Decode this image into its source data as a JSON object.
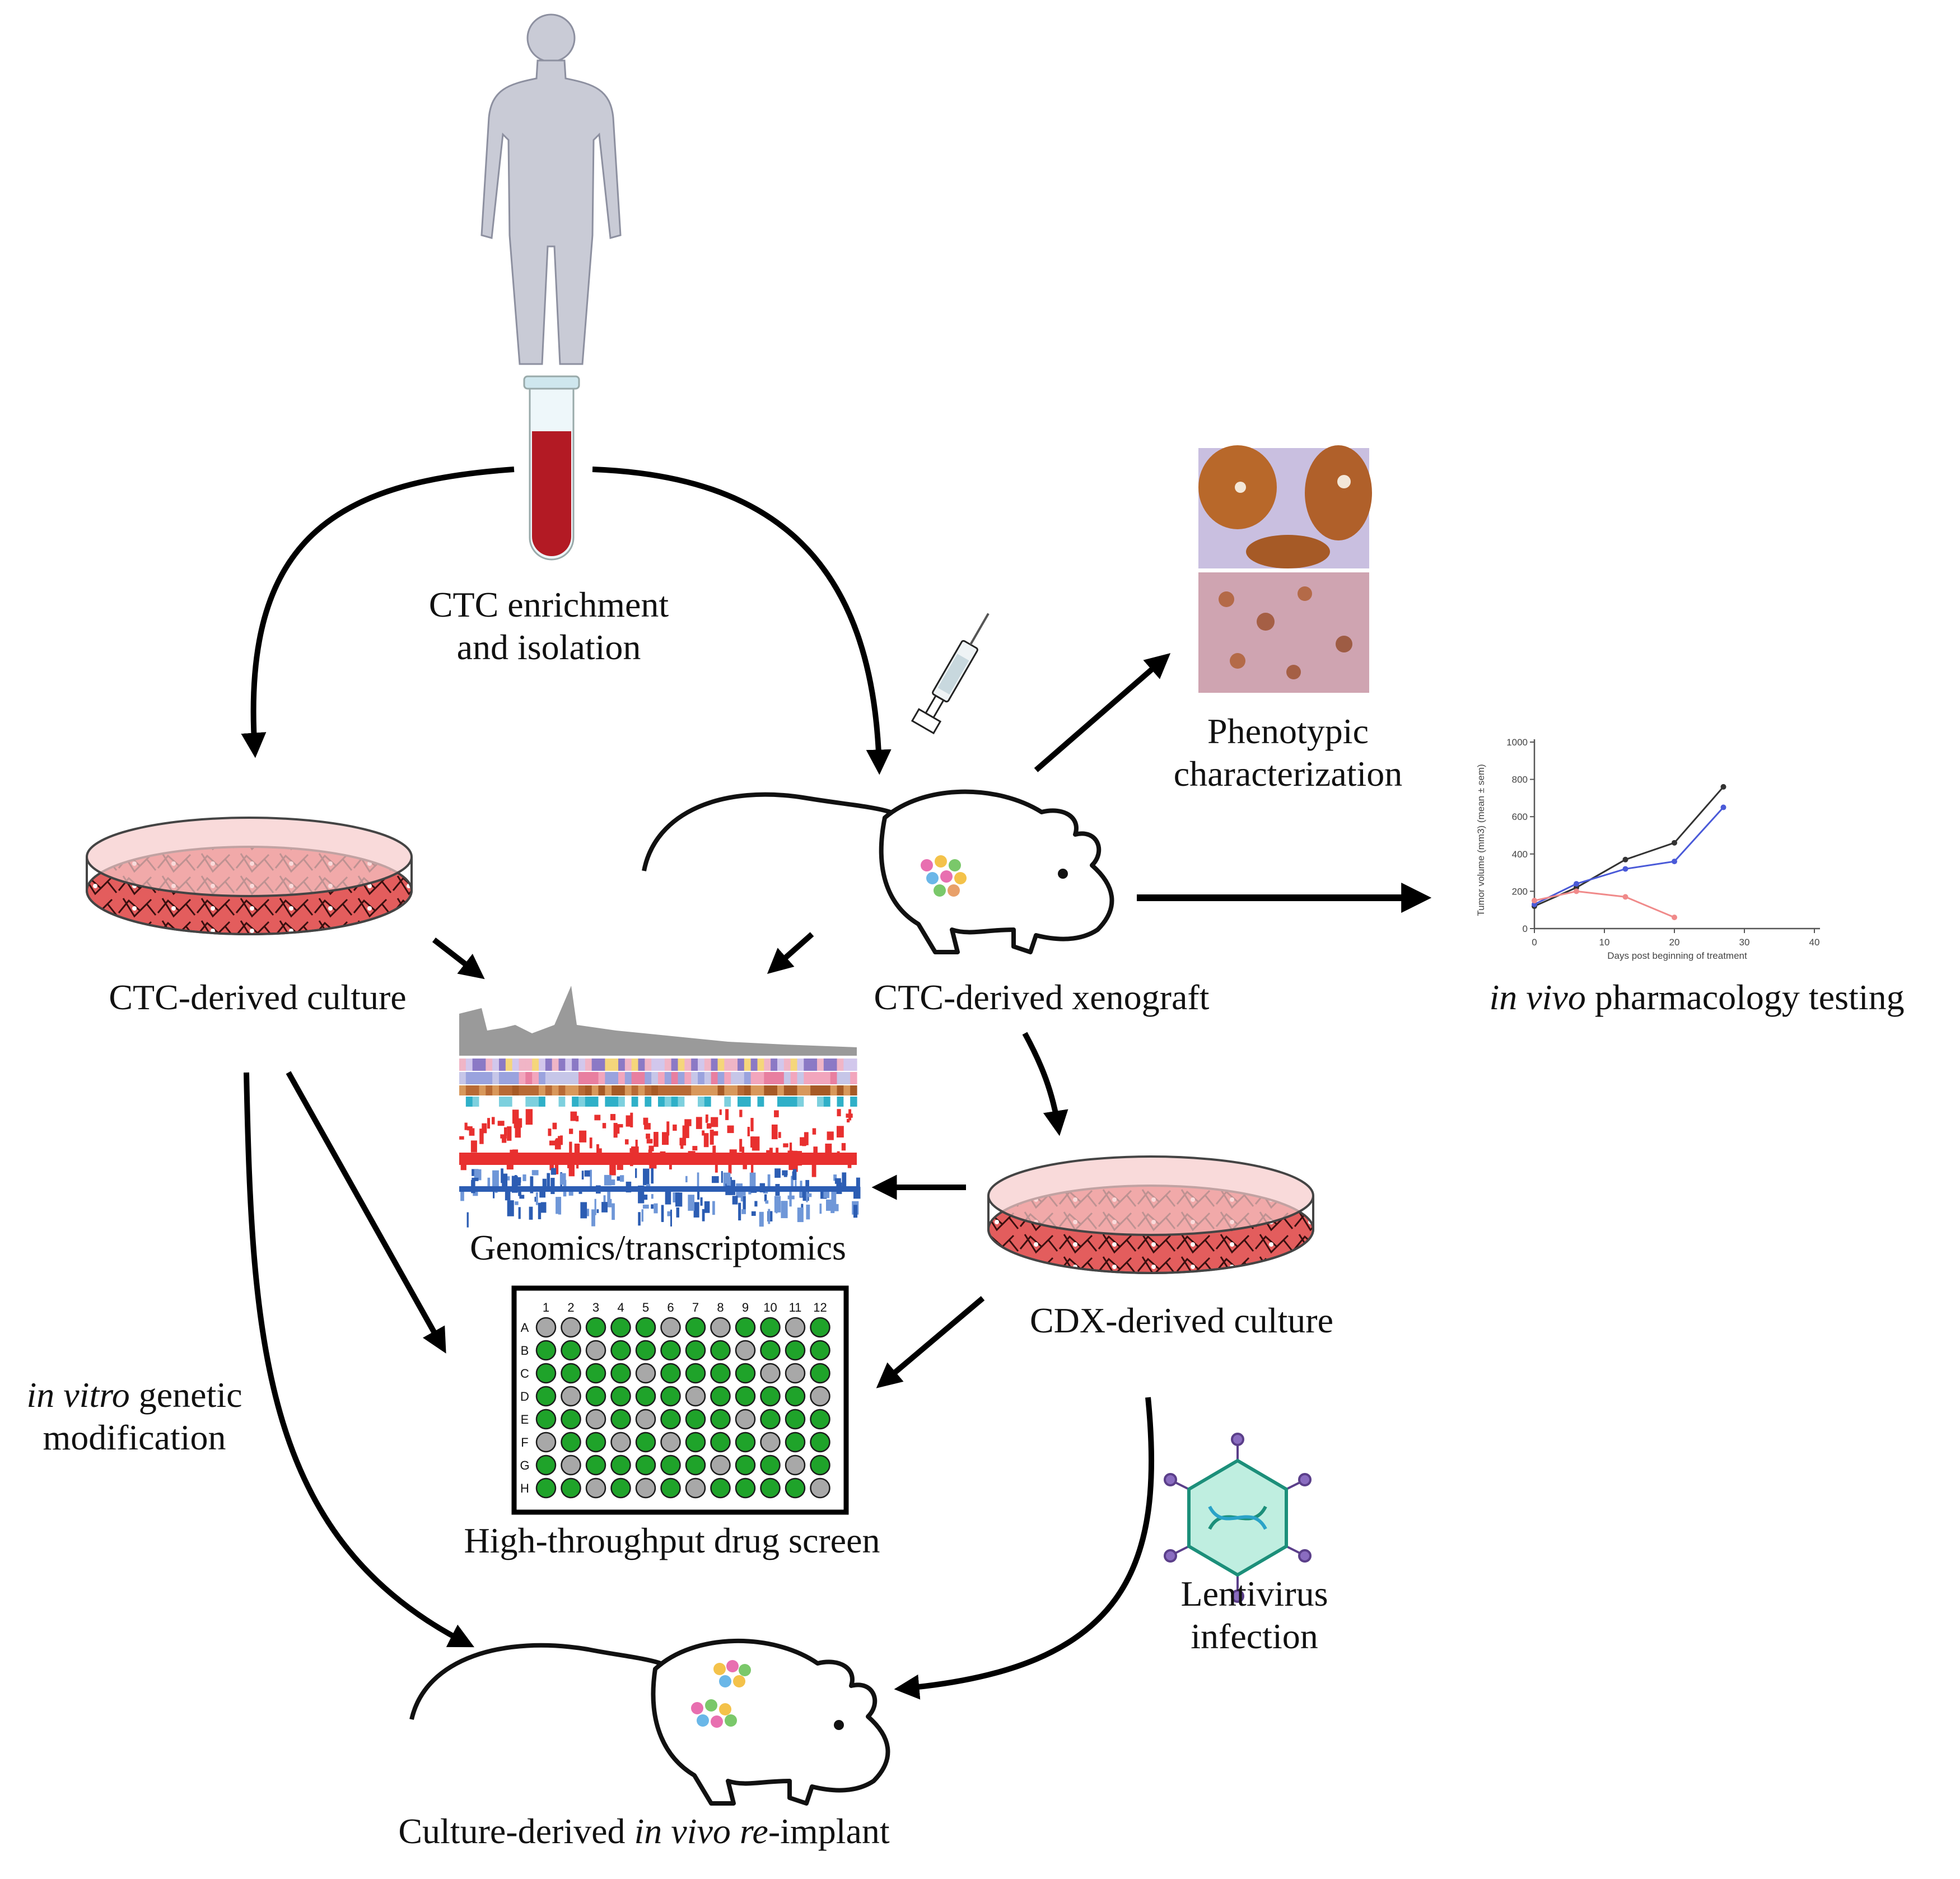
{
  "labels": {
    "ctc_enrichment_1": "CTC enrichment",
    "ctc_enrichment_2": "and isolation",
    "ctc_culture": "CTC-derived culture",
    "ctc_xenograft": "CTC-derived xenograft",
    "phenotypic_1": "Phenotypic",
    "phenotypic_2": "characterization",
    "pharm_italic": "in vivo",
    "pharm_rest": " pharmacology testing",
    "genomics": "Genomics/transcriptomics",
    "cdx_culture": "CDX-derived culture",
    "in_vitro_italic": "in vitro",
    "in_vitro_rest": " genetic",
    "modification": "modification",
    "hts": "High-throughput drug screen",
    "lentivirus_1": "Lentivirus",
    "lentivirus_2": "infection",
    "reimplant_a": "Culture-derived ",
    "reimplant_b": "in vivo",
    "reimplant_c": " ",
    "reimplant_d": "re",
    "reimplant_e": "-implant"
  },
  "plate": {
    "columns": [
      "1",
      "2",
      "3",
      "4",
      "5",
      "6",
      "7",
      "8",
      "9",
      "10",
      "11",
      "12"
    ],
    "rows": [
      "A",
      "B",
      "C",
      "D",
      "E",
      "F",
      "G",
      "H"
    ],
    "colors": {
      "hit": "#1fa32a",
      "nohit": "#a8a8a8"
    }
  },
  "inset_chart": {
    "ylabel": "Tumor volume (mm3) (mean ± sem)",
    "xlabel": "Days post beginning of treatment",
    "x_ticks": [
      "0",
      "10",
      "20",
      "30",
      "40"
    ],
    "y_ticks": [
      "0",
      "200",
      "400",
      "600",
      "800",
      "1000"
    ]
  },
  "chart_data": {
    "type": "line",
    "xlabel": "Days post beginning of treatment",
    "ylabel": "Tumor volume (mm3) (mean ± sem)",
    "xlim": [
      0,
      40
    ],
    "ylim": [
      0,
      1000
    ],
    "series": [
      {
        "color": "#333333",
        "x": [
          0,
          6,
          13,
          20,
          27
        ],
        "values": [
          120,
          220,
          370,
          460,
          760
        ]
      },
      {
        "color": "#4a5ad8",
        "x": [
          0,
          6,
          13,
          20,
          27
        ],
        "values": [
          130,
          240,
          320,
          360,
          650
        ]
      },
      {
        "color": "#f08a8a",
        "x": [
          0,
          6,
          13,
          20
        ],
        "values": [
          150,
          200,
          170,
          60
        ]
      }
    ]
  },
  "colors": {
    "blood": "#b31a24",
    "dish": "#e87a7a",
    "arrow": "#000000",
    "human": "#c9cbd6"
  }
}
